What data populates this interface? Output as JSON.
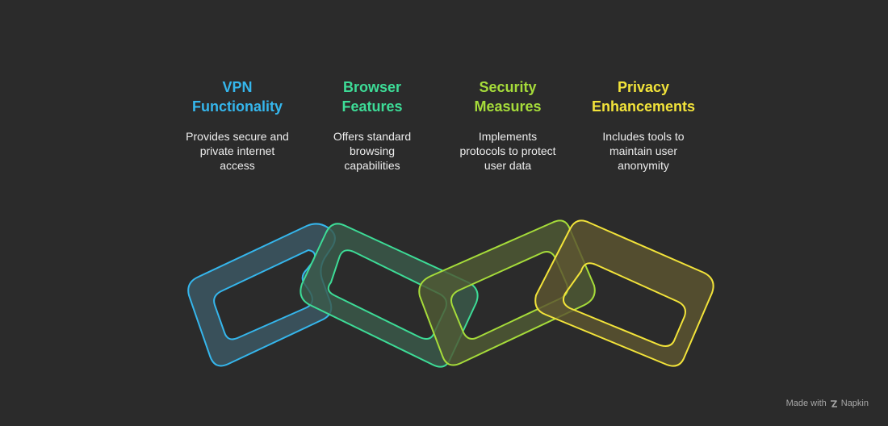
{
  "columns": [
    {
      "title": "VPN\nFunctionality",
      "description": "Provides secure and\nprivate internet\naccess",
      "color": "#35b6ec"
    },
    {
      "title": "Browser\nFeatures",
      "description": "Offers standard\nbrowsing\ncapabilities",
      "color": "#3ddc97"
    },
    {
      "title": "Security\nMeasures",
      "description": "Implements\nprotocols to protect\nuser data",
      "color": "#a6dc3a"
    },
    {
      "title": "Privacy\nEnhancements",
      "description": "Includes tools to\nmaintain user\nanonymity",
      "color": "#f2e33a"
    }
  ],
  "links": [
    {
      "name": "chain-link-vpn",
      "color": "#35b6ec",
      "fill": "#3d5965"
    },
    {
      "name": "chain-link-browser",
      "color": "#3ddc97",
      "fill": "#3b5a4b"
    },
    {
      "name": "chain-link-security",
      "color": "#a6dc3a",
      "fill": "#4f5a34"
    },
    {
      "name": "chain-link-privacy",
      "color": "#f2e33a",
      "fill": "#5d5631"
    }
  ],
  "footer": {
    "label": "Made with",
    "brand": "Napkin",
    "icon": "napkin-logo-icon"
  }
}
